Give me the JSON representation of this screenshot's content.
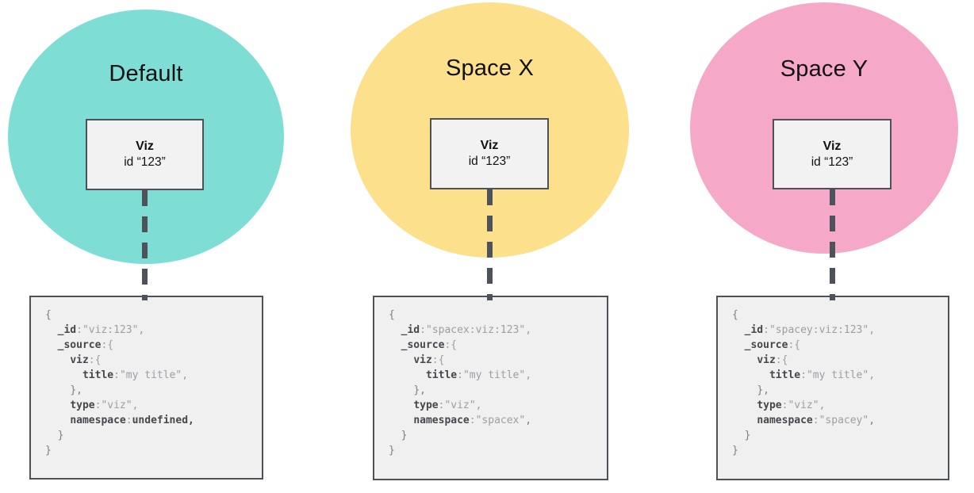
{
  "panels": [
    {
      "title": "Default",
      "circle_color": "#7EDED6",
      "viz": {
        "name": "Viz",
        "id_line": "id “123”"
      },
      "code_lines": [
        [
          [
            "{",
            "b"
          ]
        ],
        [
          [
            "  ",
            "v"
          ],
          [
            "_id",
            "k"
          ],
          [
            ":",
            "v"
          ],
          [
            "\"viz:123\"",
            "v"
          ],
          [
            ",",
            "v"
          ]
        ],
        [
          [
            "  ",
            "v"
          ],
          [
            "_source",
            "k"
          ],
          [
            ":",
            "v"
          ],
          [
            "{",
            "v"
          ]
        ],
        [
          [
            "    ",
            "v"
          ],
          [
            "viz",
            "k"
          ],
          [
            ":",
            "v"
          ],
          [
            "{",
            "v"
          ]
        ],
        [
          [
            "      ",
            "v"
          ],
          [
            "title",
            "k"
          ],
          [
            ":",
            "v"
          ],
          [
            "\"my title\"",
            "v"
          ],
          [
            ",",
            "v"
          ]
        ],
        [
          [
            "    ",
            "v"
          ],
          [
            "},",
            "b"
          ]
        ],
        [
          [
            "    ",
            "v"
          ],
          [
            "type",
            "k"
          ],
          [
            ":",
            "v"
          ],
          [
            "\"viz\"",
            "v"
          ],
          [
            ",",
            "v"
          ]
        ],
        [
          [
            "    ",
            "v"
          ],
          [
            "namespace",
            "k"
          ],
          [
            ":",
            "v"
          ],
          [
            "undefined,",
            "k"
          ]
        ],
        [
          [
            "  ",
            "v"
          ],
          [
            "}",
            "b"
          ]
        ],
        [
          [
            "}",
            "b"
          ]
        ]
      ]
    },
    {
      "title": "Space X",
      "circle_color": "#FCE08C",
      "viz": {
        "name": "Viz",
        "id_line": "id “123”"
      },
      "code_lines": [
        [
          [
            "{",
            "b"
          ]
        ],
        [
          [
            "  ",
            "v"
          ],
          [
            "_id",
            "k"
          ],
          [
            ":",
            "v"
          ],
          [
            "\"spacex:viz:123\"",
            "v"
          ],
          [
            ",",
            "v"
          ]
        ],
        [
          [
            "  ",
            "v"
          ],
          [
            "_source",
            "k"
          ],
          [
            ":",
            "v"
          ],
          [
            "{",
            "v"
          ]
        ],
        [
          [
            "    ",
            "v"
          ],
          [
            "viz",
            "k"
          ],
          [
            ":",
            "v"
          ],
          [
            "{",
            "v"
          ]
        ],
        [
          [
            "      ",
            "v"
          ],
          [
            "title",
            "k"
          ],
          [
            ":",
            "v"
          ],
          [
            "\"my title\"",
            "v"
          ],
          [
            ",",
            "v"
          ]
        ],
        [
          [
            "    ",
            "v"
          ],
          [
            "},",
            "b"
          ]
        ],
        [
          [
            "    ",
            "v"
          ],
          [
            "type",
            "k"
          ],
          [
            ":",
            "v"
          ],
          [
            "\"viz\"",
            "v"
          ],
          [
            ",",
            "v"
          ]
        ],
        [
          [
            "    ",
            "v"
          ],
          [
            "namespace",
            "k"
          ],
          [
            ":",
            "v"
          ],
          [
            "\"spacex\"",
            "v"
          ],
          [
            ",",
            "b"
          ]
        ],
        [
          [
            "  ",
            "v"
          ],
          [
            "}",
            "b"
          ]
        ],
        [
          [
            "}",
            "b"
          ]
        ]
      ]
    },
    {
      "title": "Space Y",
      "circle_color": "#F6A8C9",
      "viz": {
        "name": "Viz",
        "id_line": "id “123”"
      },
      "code_lines": [
        [
          [
            "{",
            "b"
          ]
        ],
        [
          [
            "  ",
            "v"
          ],
          [
            "_id",
            "k"
          ],
          [
            ":",
            "v"
          ],
          [
            "\"spacey:viz:123\"",
            "v"
          ],
          [
            ",",
            "v"
          ]
        ],
        [
          [
            "  ",
            "v"
          ],
          [
            "_source",
            "k"
          ],
          [
            ":",
            "v"
          ],
          [
            "{",
            "v"
          ]
        ],
        [
          [
            "    ",
            "v"
          ],
          [
            "viz",
            "k"
          ],
          [
            ":",
            "v"
          ],
          [
            "{",
            "v"
          ]
        ],
        [
          [
            "      ",
            "v"
          ],
          [
            "title",
            "k"
          ],
          [
            ":",
            "v"
          ],
          [
            "\"my title\"",
            "v"
          ],
          [
            ",",
            "v"
          ]
        ],
        [
          [
            "    ",
            "v"
          ],
          [
            "},",
            "b"
          ]
        ],
        [
          [
            "    ",
            "v"
          ],
          [
            "type",
            "k"
          ],
          [
            ":",
            "v"
          ],
          [
            "\"viz\"",
            "v"
          ],
          [
            ",",
            "v"
          ]
        ],
        [
          [
            "    ",
            "v"
          ],
          [
            "namespace",
            "k"
          ],
          [
            ":",
            "v"
          ],
          [
            "\"spacey\"",
            "v"
          ],
          [
            ",",
            "b"
          ]
        ],
        [
          [
            "  ",
            "v"
          ],
          [
            "}",
            "b"
          ]
        ],
        [
          [
            "}",
            "b"
          ]
        ]
      ]
    }
  ]
}
